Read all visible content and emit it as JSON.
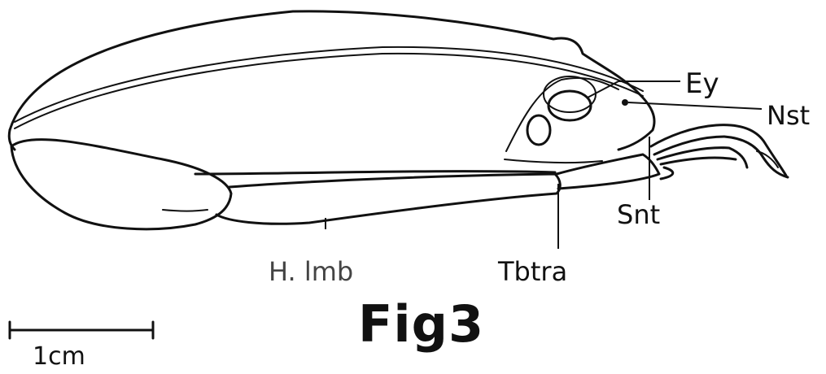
{
  "figure": {
    "caption": "Fig3",
    "scale_bar_label": "1cm"
  },
  "labels": {
    "eye": "Ey",
    "nostril": "Nst",
    "snout": "Snt",
    "tibiotarsus": "Tbtra",
    "hind_limb": "H. lmb"
  }
}
